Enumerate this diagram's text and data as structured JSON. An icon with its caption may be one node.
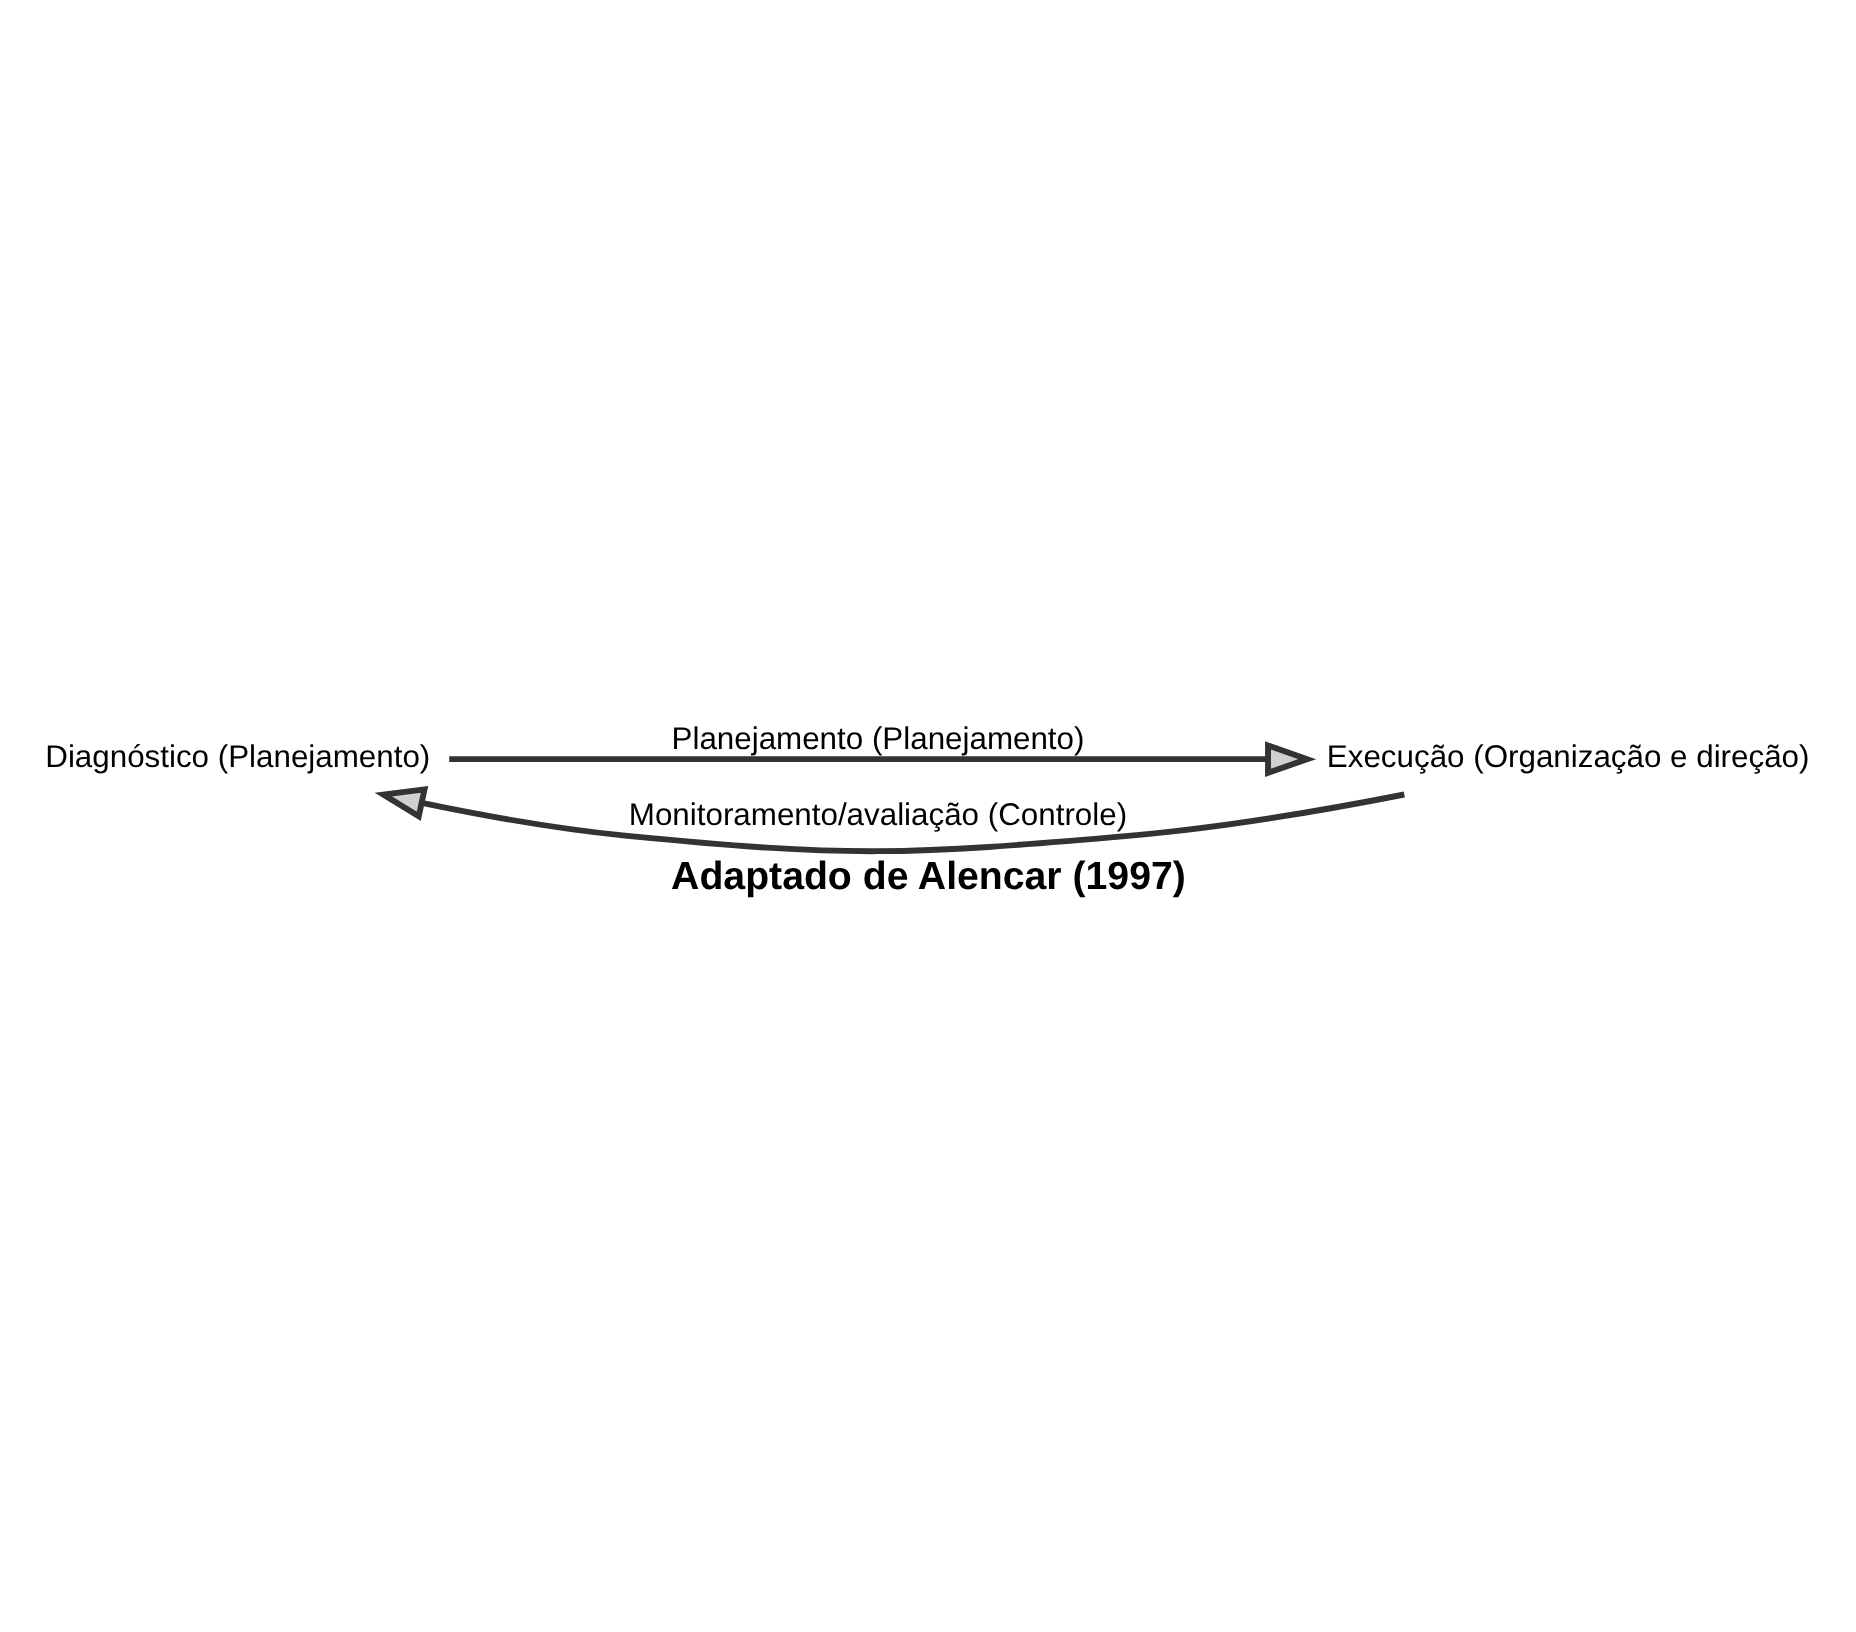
{
  "diagram": {
    "caption": "Adaptado de Alencar (1997)",
    "nodes": [
      {
        "text": [
          "Diagnóstico (Planejamento)"
        ]
      },
      {
        "text": [
          "Execução (Organização e direção)"
        ]
      }
    ],
    "edges": [
      {
        "from": 0,
        "to": 1,
        "arrow": "to",
        "label": "Planejamento (Planejamento)"
      },
      {
        "from": 1,
        "to": 0,
        "arrow": "to",
        "label": "Monitoramento/avaliação (Controle)"
      }
    ]
  }
}
